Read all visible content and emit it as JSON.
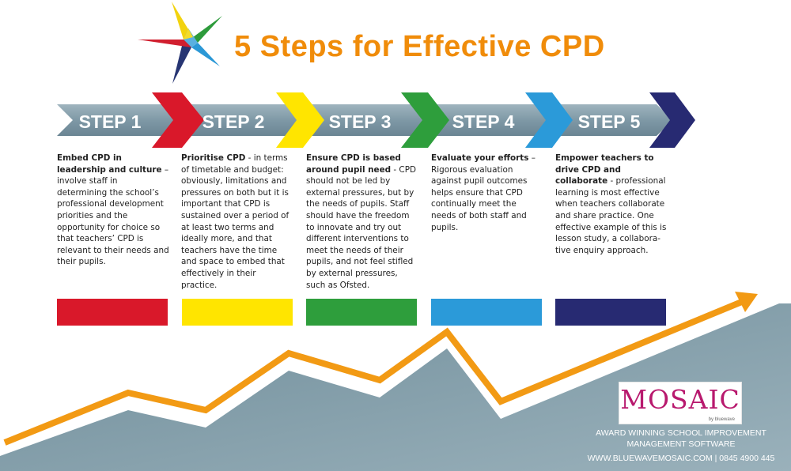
{
  "title": "5 Steps for Effective CPD",
  "steps": [
    {
      "label": "STEP 1",
      "color": "#d9182a",
      "bold": "Embed CPD in leadership and culture",
      "text": " – involve staff in determining the school’s professional development priorities and the opportunity for choice so that teachers’ CPD is relevant to their needs and their pupils."
    },
    {
      "label": "STEP 2",
      "color": "#ffe500",
      "bold": "Prioritise CPD",
      "text": " - in terms of timetable and budget: obviously, limitations and pressures on both but it is important that CPD is sustained over a period of at least two terms and ideally more, and that teachers have the time and space to embed that effectively in their practice."
    },
    {
      "label": "STEP 3",
      "color": "#2e9e3c",
      "bold": "Ensure CPD is based around pupil need",
      "text": " - CPD should not be led by external pressures, but by the needs of pupils. Staff should have the freedom to innovate and try out different interventions to meet the needs of their pupils, and not feel stifled by external pressures, such as Ofsted."
    },
    {
      "label": "STEP 4",
      "color": "#2b9ad9",
      "bold": "Evaluate your efforts",
      "text": " – Rigorous evaluation against pupil outcomes helps ensure that CPD continually meet the needs of both staff and pupils."
    },
    {
      "label": "STEP 5",
      "color": "#272a72",
      "bold": "Empower teachers to drive CPD and collaborate",
      "text": " - professional learning is most effective when teachers collaborate and share practice. One effective example of this is lesson study, a collabora-tive enquiry approach."
    }
  ],
  "logo": {
    "name": "MOSAIC",
    "byline": "by bluewave"
  },
  "tagline": [
    "AWARD WINNING SCHOOL IMPROVEMENT",
    "MANAGEMENT SOFTWARE"
  ],
  "contact": "WWW.BLUEWAVEMOSAIC.COM  |  0845 4900 445",
  "colors": {
    "title": "#f08c0a",
    "arrow_band": "#7f99a6",
    "mountain": "#8aa3ae",
    "trend_line": "#f29a14"
  }
}
